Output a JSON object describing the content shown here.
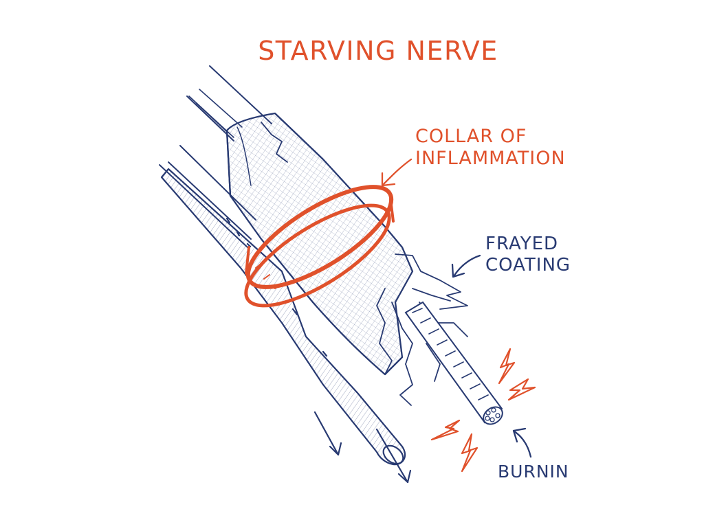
{
  "title": "STARVING NERVE",
  "labels": {
    "collar_line1": "COLLAR OF",
    "collar_line2": "INFLAMMATION",
    "frayed_line1": "FRAYED",
    "frayed_line2": "COATING",
    "burning": "BURNING"
  },
  "colors": {
    "ink": "#283a72",
    "accent": "#e0512b"
  }
}
